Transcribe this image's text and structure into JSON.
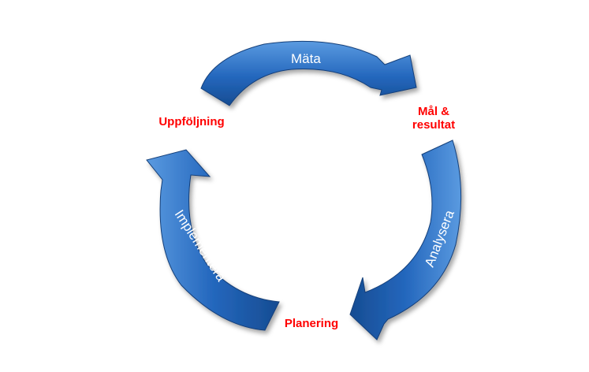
{
  "arrows": [
    {
      "label": "Mäta"
    },
    {
      "label": "Analysera"
    },
    {
      "label": "Implementera"
    }
  ],
  "stages": {
    "uppfoljning": "Uppföljning",
    "mal_line1": "Mål &",
    "mal_line2": "resultat",
    "planering": "Planering"
  },
  "colors": {
    "arrow_light": "#4f8fd8",
    "arrow_mid": "#2467bd",
    "arrow_dark": "#164c92",
    "stage_label": "#ff0000",
    "arrow_text": "#ffffff"
  }
}
